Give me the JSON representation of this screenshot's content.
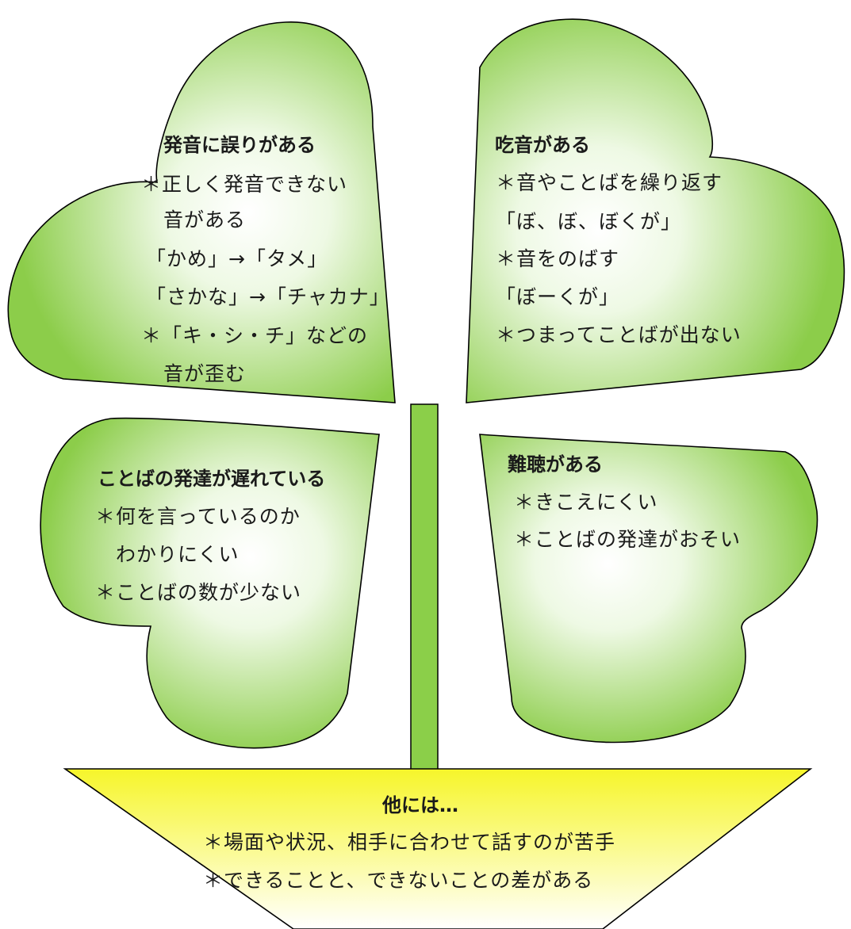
{
  "leaves": {
    "top_left": {
      "title": "発音に誤りがある",
      "lines": [
        "＊正しく発音できない",
        "音がある",
        "「かめ」→「タメ」",
        "「さかな」→「チャカナ」",
        "＊「キ・シ・チ」などの",
        "音が歪む"
      ]
    },
    "top_right": {
      "title": "吃音がある",
      "lines": [
        "＊音やことばを繰り返す",
        "「ぼ、ぼ、ぼくが」",
        "＊音をのばす",
        "「ぼーくが」",
        "＊つまってことばが出ない"
      ]
    },
    "bottom_left": {
      "title": "ことばの発達が遅れている",
      "lines": [
        "＊何を言っているのか",
        "わかりにくい",
        "＊ことばの数が少ない"
      ]
    },
    "bottom_right": {
      "title": "難聴がある",
      "lines": [
        "＊きこえにくい",
        "＊ことばの発達がおそい"
      ]
    }
  },
  "pot": {
    "title": "他には…",
    "lines": [
      "＊場面や状況、相手に合わせて話すのが苦手",
      "＊できることと、できないことの差がある"
    ]
  },
  "colors": {
    "leaf_edge": "#8ccd4a",
    "leaf_center": "#ffffff",
    "stem": "#8bcf49",
    "pot_top": "#f6f52a",
    "pot_bottom": "#ffffff",
    "outline": "#000000"
  }
}
